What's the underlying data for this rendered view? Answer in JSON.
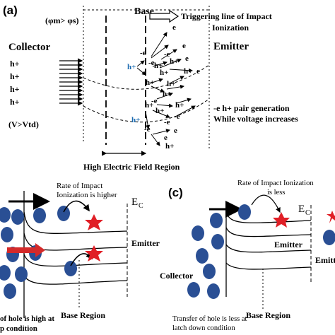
{
  "panel_a": {
    "label": "(a)",
    "base": "Base",
    "phi": "(φm> φs)",
    "trigger_line_1": "Triggering line of Impact",
    "trigger_line_2": "Ionization",
    "collector": "Collector",
    "emitter": "Emitter",
    "voltage": "(V>Vtd)",
    "pair_gen_1": "-e h+ pair generation",
    "pair_gen_2": "While voltage increases",
    "field_region": "High Electric Field Region",
    "hplus": "h+",
    "eminus": "-e",
    "e": "e",
    "carriers": [
      {
        "t": "h+",
        "c": "blue"
      },
      {
        "t": "h+",
        "c": "blue"
      },
      {
        "t": "h+",
        "c": "k"
      },
      {
        "t": "h+",
        "c": "k"
      },
      {
        "t": "h+",
        "c": "k"
      },
      {
        "t": "h+",
        "c": "k"
      },
      {
        "t": "h+",
        "c": "k"
      },
      {
        "t": "h+",
        "c": "k"
      },
      {
        "t": "h+",
        "c": "k"
      },
      {
        "t": "h+",
        "c": "k"
      },
      {
        "t": "h+",
        "c": "k"
      },
      {
        "t": "h+",
        "c": "k"
      },
      {
        "t": "h+",
        "c": "k"
      },
      {
        "t": "-e",
        "c": "k"
      },
      {
        "t": "-e",
        "c": "k"
      },
      {
        "t": "-e",
        "c": "k"
      },
      {
        "t": "-e",
        "c": "k"
      },
      {
        "t": "-e",
        "c": "k"
      },
      {
        "t": "-e",
        "c": "k"
      },
      {
        "t": "-e",
        "c": "k"
      },
      {
        "t": "e",
        "c": "k"
      },
      {
        "t": "e",
        "c": "k"
      },
      {
        "t": "e",
        "c": "k"
      },
      {
        "t": "e",
        "c": "k"
      },
      {
        "t": "e",
        "c": "k"
      },
      {
        "t": "e",
        "c": "k"
      }
    ]
  },
  "panel_b": {
    "rate_1": "Rate of Impact",
    "rate_2": "Ionization is higher",
    "ec": "E",
    "ec_sub": "C",
    "emitter": "Emitter",
    "base_region": "Base Region",
    "transfer_1": "of hole is high at",
    "transfer_2": "p condition"
  },
  "panel_c": {
    "label": "(c)",
    "rate_1": "Rate of Impact Ionization",
    "rate_2": "is less",
    "ec": "E",
    "ec_sub": "C",
    "emitter": "Emitter",
    "emitter_cut": "Emitter",
    "collector": "Collector",
    "base_region": "Base Region",
    "transfer_1": "Transfer of hole is less at",
    "transfer_2": "latch down condition"
  },
  "colors": {
    "hole": "#2a4f94",
    "star": "#e01f26",
    "red_arrow": "#d42a2a",
    "blue_text": "#1a6ab0"
  }
}
